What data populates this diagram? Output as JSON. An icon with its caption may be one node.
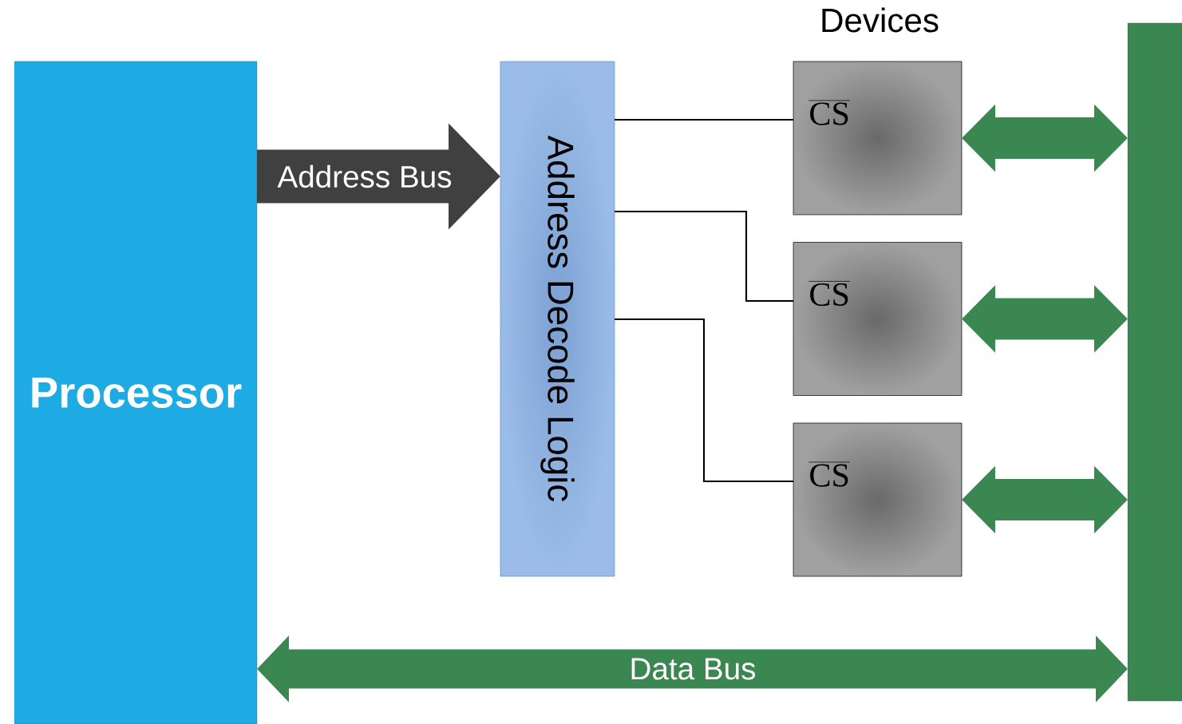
{
  "diagram": {
    "nodes": [
      {
        "text": [
          "Processor"
        ]
      },
      {
        "text": [
          "Address Decode Logic"
        ]
      },
      {
        "text": [
          "CS"
        ]
      },
      {
        "text": [
          "CS"
        ]
      },
      {
        "text": [
          "CS"
        ]
      },
      {
        "text": [],
        "shape": "bar"
      }
    ],
    "edges": [
      {
        "from": 0,
        "to": 1,
        "arrow": "to",
        "label": "Address Bus",
        "color": "#404040"
      },
      {
        "from": 1,
        "to": 2,
        "arrow": "none",
        "color": "#000000"
      },
      {
        "from": 1,
        "to": 3,
        "arrow": "none",
        "color": "#000000"
      },
      {
        "from": 1,
        "to": 4,
        "arrow": "none",
        "color": "#000000"
      },
      {
        "from": 2,
        "to": 5,
        "arrow": "both"
      },
      {
        "from": 3,
        "to": 5,
        "arrow": "both"
      },
      {
        "from": 4,
        "to": 5,
        "arrow": "both"
      },
      {
        "from": 0,
        "to": 5,
        "arrow": "both",
        "label": "Data Bus"
      }
    ],
    "labels": [
      "Devices"
    ]
  }
}
